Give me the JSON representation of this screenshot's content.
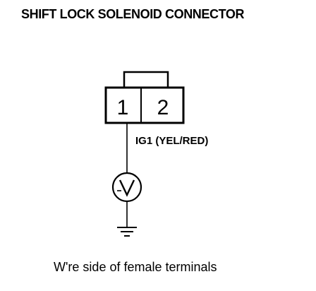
{
  "title": "SHIFT LOCK SOLENOID CONNECTOR",
  "connector": {
    "pins": [
      "1",
      "2"
    ]
  },
  "wire": {
    "label": "IG1 (YEL/RED)"
  },
  "caption": "W're side of female terminals",
  "icons": {
    "meter": "voltmeter-icon",
    "ground": "ground-icon"
  }
}
